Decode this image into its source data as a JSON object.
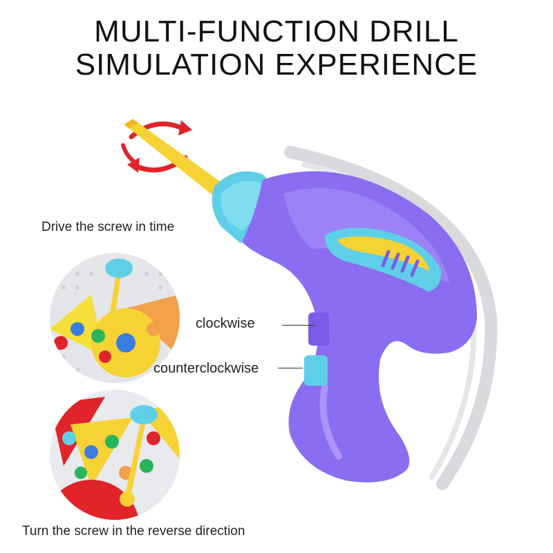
{
  "title": {
    "line1": "MULTI-FUNCTION DRILL",
    "line2": "SIMULATION EXPERIENCE"
  },
  "labels": {
    "drive_in": "Drive the screw in time",
    "reverse": "Turn the screw in the reverse direction",
    "clockwise": "clockwise",
    "counterclockwise": "counterclockwise"
  },
  "colors": {
    "drill_body": "#8a6df0",
    "drill_bit": "#f7d234",
    "drill_collar": "#5fcfe8",
    "arrow": "#e0242a",
    "swoosh": "#c8c8d0"
  }
}
